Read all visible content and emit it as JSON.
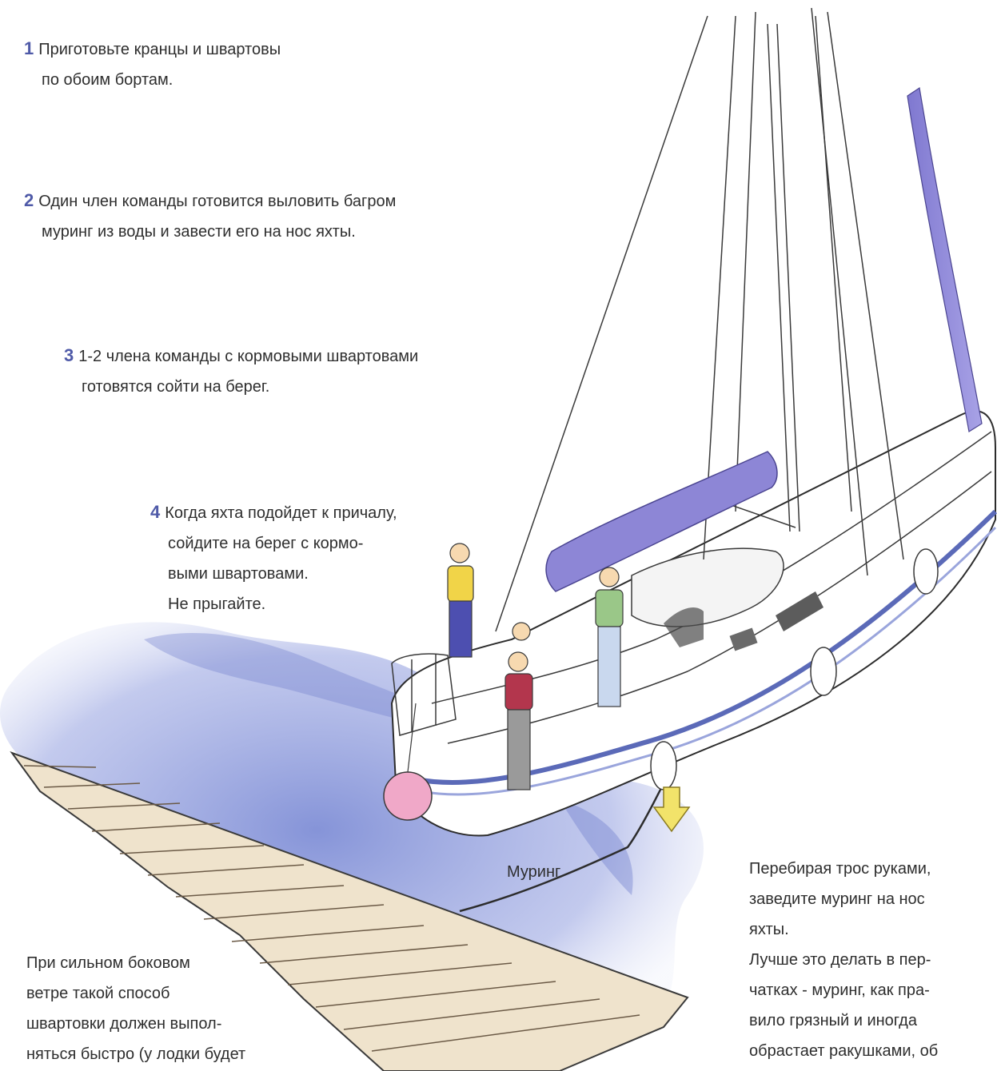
{
  "steps": [
    {
      "number": "1",
      "lines": [
        "Приготовьте кранцы и швартовы",
        "по обоим бортам."
      ]
    },
    {
      "number": "2",
      "lines": [
        "Один член команды готовится выловить багром",
        "муринг из воды и завести его на нос яхты."
      ]
    },
    {
      "number": "3",
      "lines": [
        "1-2 члена команды с кормовыми швартовами",
        "готовятся сойти на берег."
      ]
    },
    {
      "number": "4",
      "lines": [
        "Когда яхта подойдет к причалу,",
        "сойдите на берег с кормо-",
        "выми швартовами.",
        "Не прыгайте."
      ]
    }
  ],
  "mooring_label": "Муринг",
  "side_note_right": [
    "Перебирая трос руками,",
    "заведите муринг на нос",
    "яхты.",
    "Лучше это делать в пер-",
    "чатках - муринг, как пра-",
    "вило грязный и иногда",
    "обрастает ракушками, об"
  ],
  "side_note_left": [
    "При сильном боковом",
    "ветре такой способ",
    "швартовки должен выпол-",
    "няться быстро (у лодки будет"
  ],
  "colors": {
    "step_number": "#4f5aa8",
    "water": "#8a96d8",
    "sail_cover": "#8d86d6",
    "fender_pink": "#f0a8c8",
    "arrow": "#f2e36a",
    "dock": "#e8d9bf"
  }
}
